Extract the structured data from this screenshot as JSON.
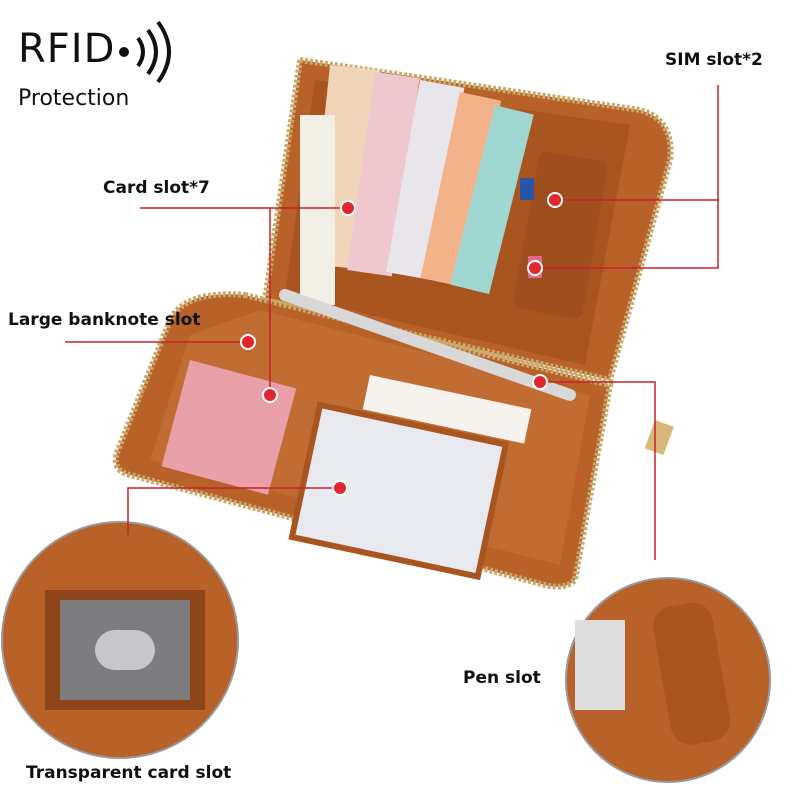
{
  "badge": {
    "title": "RFID",
    "subtitle": "Protection",
    "icon": "wireless-signal-icon"
  },
  "callouts": {
    "sim": "SIM slot*2",
    "card": "Card slot*7",
    "banknote": "Large banknote slot",
    "pen": "Pen slot",
    "transparent": "Transparent card slot"
  },
  "colors": {
    "leather": "#b8622a",
    "leather_dark": "#8e4519",
    "callout": "#c8202a",
    "zipper": "#c9a86a"
  }
}
